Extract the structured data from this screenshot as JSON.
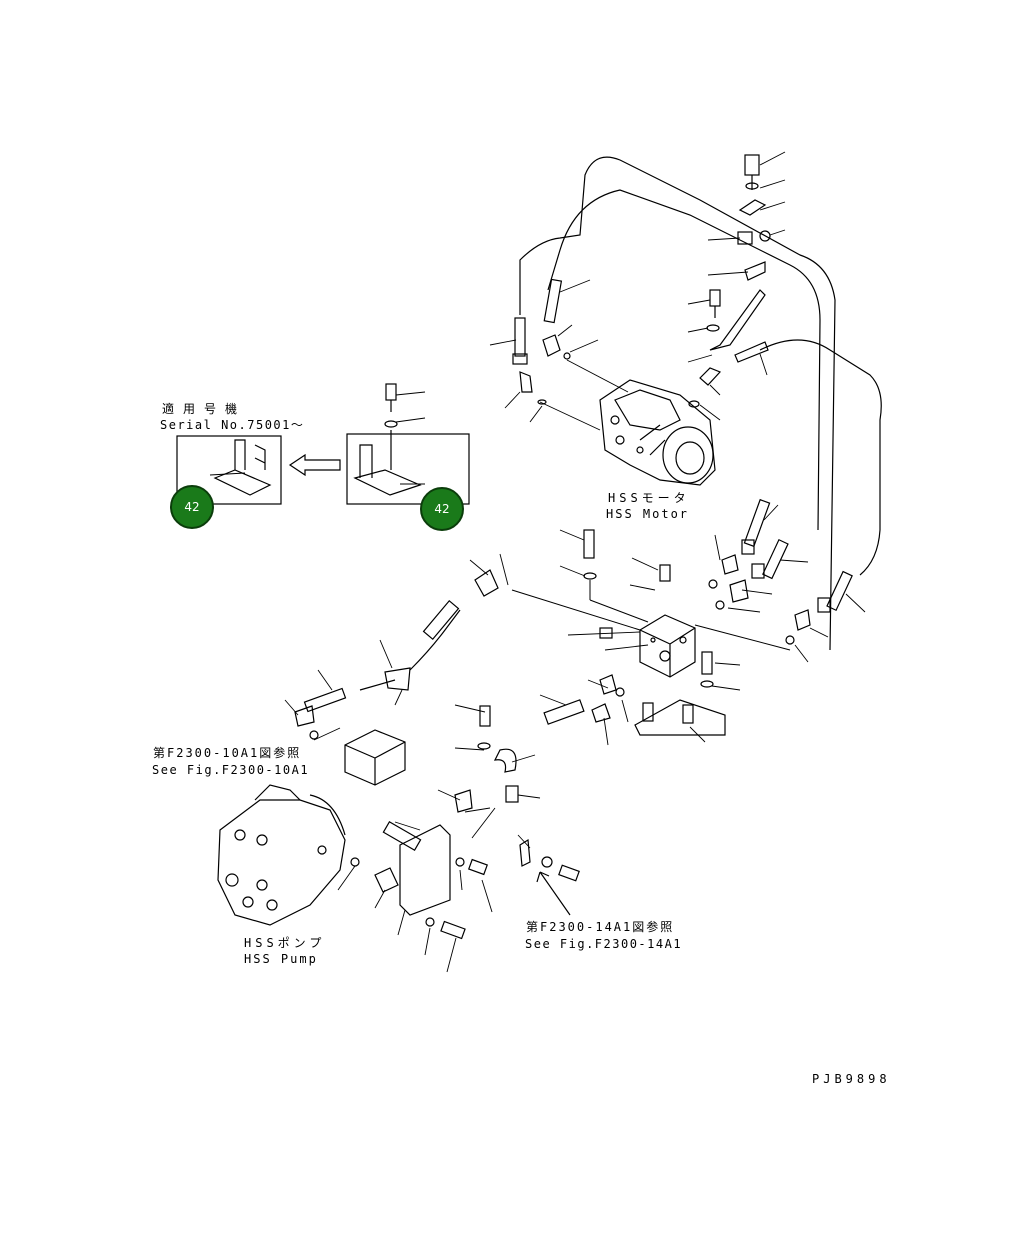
{
  "labels": {
    "applicable_jp": "適用号機",
    "serial": "Serial No.75001～",
    "hss_motor_jp": "HSSモータ",
    "hss_motor": "HSS Motor",
    "hss_pump_jp": "HSSポンプ",
    "hss_pump": "HSS Pump",
    "ref_10a1_jp": "第F2300-10A1図参照",
    "ref_10a1": "See Fig.F2300-10A1",
    "ref_14a1_jp": "第F2300-14A1図参照",
    "ref_14a1": "See Fig.F2300-14A1",
    "drawing_no": "PJB9898"
  },
  "callouts": [
    {
      "number": "42",
      "color": "#1a7a1a"
    },
    {
      "number": "42",
      "color": "#1a7a1a"
    }
  ],
  "colors": {
    "line": "#000000",
    "badge": "#1a7a1a"
  }
}
